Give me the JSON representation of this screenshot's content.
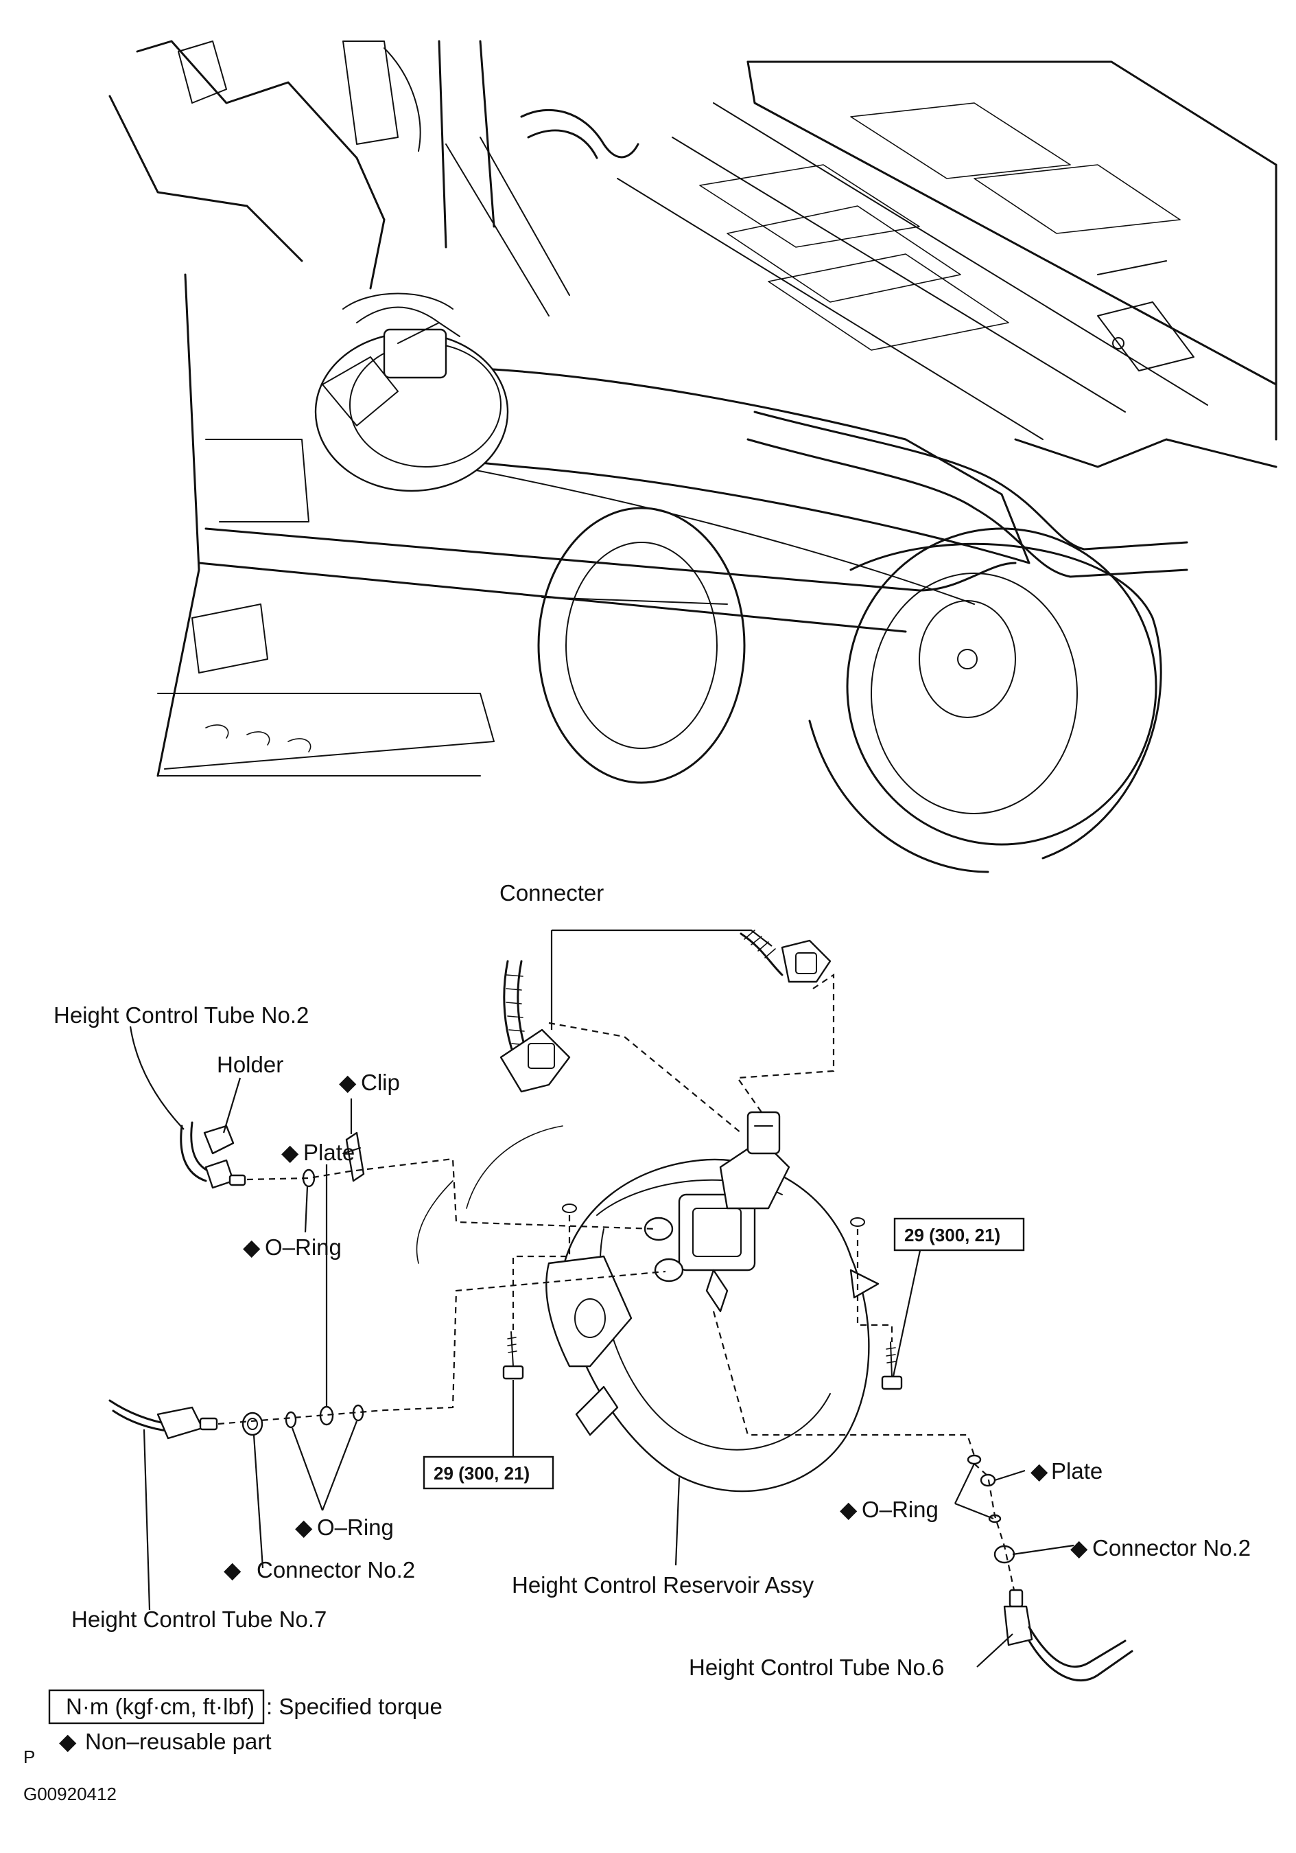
{
  "labels": {
    "connecter": "Connecter",
    "tube_no2": "Height Control Tube No.2",
    "holder": "Holder",
    "clip": "Clip",
    "oring_left": "O–Ring",
    "plate_left": "Plate",
    "oring_lower": "O–Ring",
    "connector_no2_left": "Connector No.2",
    "tube_no7": "Height Control Tube No.7",
    "reservoir": "Height Control Reservoir Assy",
    "plate_right": "Plate",
    "oring_right": "O–Ring",
    "connector_no2_right": "Connector No.2",
    "tube_no6": "Height Control Tube No.6"
  },
  "torque": {
    "right": "29 (300, 21)",
    "left": "29 (300, 21)"
  },
  "legend": {
    "torque_units": "N·m (kgf·cm, ft·lbf)",
    "torque_desc": ": Specified torque",
    "non_reusable": "Non–reusable part",
    "page_letter": "P"
  },
  "figure_id": "G00920412",
  "markers": {
    "non_reusable_symbol": "◆"
  }
}
